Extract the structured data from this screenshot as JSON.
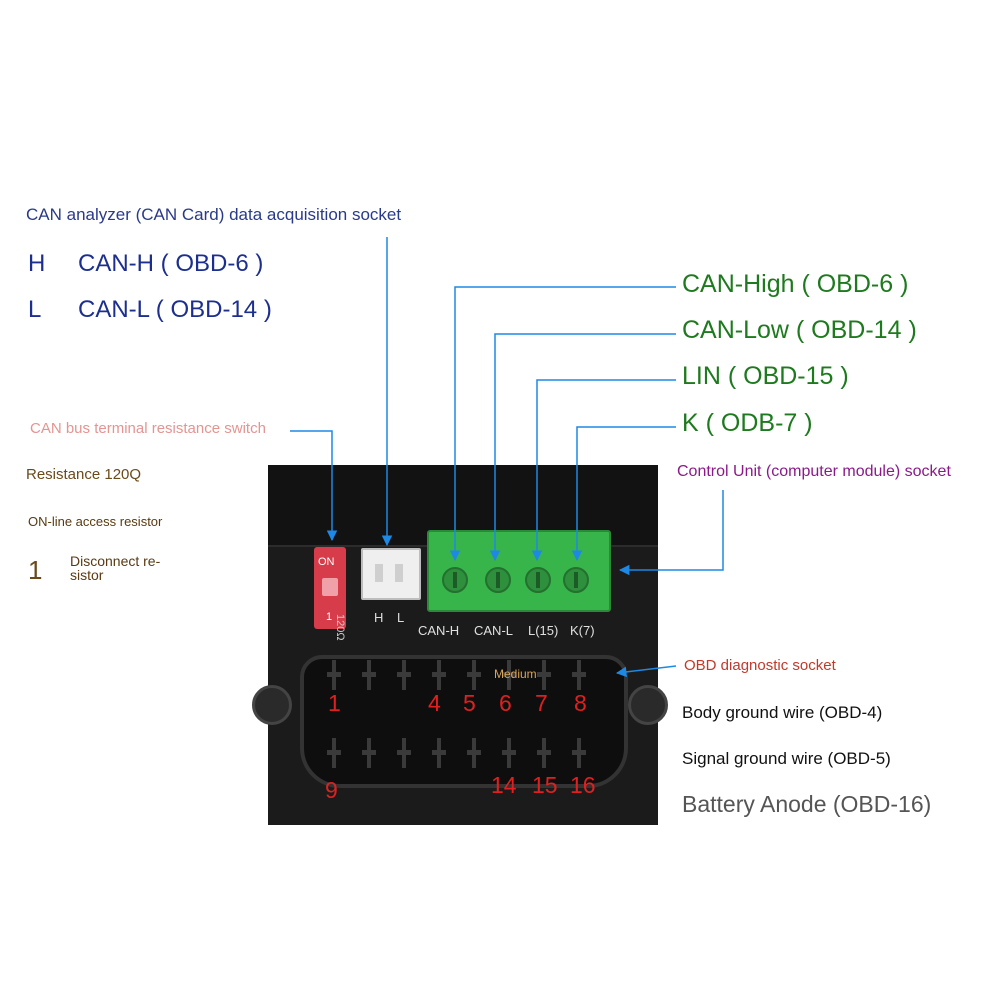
{
  "left": {
    "can_socket_title": "CAN analyzer (CAN Card) data acquisition socket",
    "h_letter": "H",
    "h_desc": "CAN-H ( OBD-6 )",
    "l_letter": "L",
    "l_desc": "CAN-L ( OBD-14 )",
    "switch_title": "CAN bus terminal resistance switch",
    "resistance": "Resistance 120Q",
    "online": "ON-line access resistor",
    "one": "1",
    "disconnect": "Disconnect re- sistor"
  },
  "right": {
    "can_high": "CAN-High ( OBD-6 )",
    "can_low": "CAN-Low ( OBD-14 )",
    "lin": "LIN   ( OBD-15 )",
    "k": "K      ( ODB-7 )",
    "control_unit": "Control Unit (computer module) socket",
    "obd_socket": "OBD diagnostic socket",
    "body_ground": "Body ground wire (OBD-4)",
    "signal_ground": "Signal ground wire (OBD-5)",
    "battery": "Battery Anode (OBD-16)"
  },
  "device": {
    "dip_on": "ON",
    "dip_1": "1",
    "res_label": "120Ω",
    "sock_h": "H",
    "sock_l": "L",
    "term_canh": "CAN-H",
    "term_canl": "CAN-L",
    "term_l15": "L(15)",
    "term_k7": "K(7)",
    "medium": "Medium"
  },
  "pins": {
    "p1": "1",
    "p4": "4",
    "p5": "5",
    "p6": "6",
    "p7": "7",
    "p8": "8",
    "p9": "9",
    "p14": "14",
    "p15": "15",
    "p16": "16"
  },
  "colors": {
    "leader_line": "#1e88e5",
    "terminal_green": "#37b54a",
    "pin_number_red": "#e02020"
  }
}
